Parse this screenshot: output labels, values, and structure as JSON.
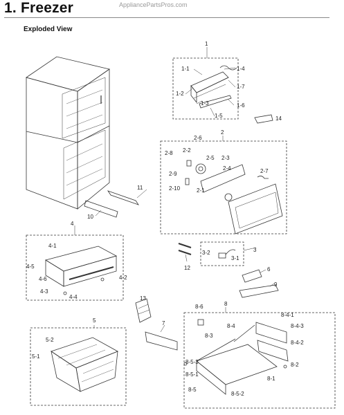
{
  "header": {
    "title": "1.  Freezer",
    "watermark": "AppliancePartsPros.com"
  },
  "subtitle": "Exploded View",
  "callouts": {
    "c1": "1",
    "c1_1": "1-1",
    "c1_2": "1-2",
    "c1_3": "1-3",
    "c1_4": "1-4",
    "c1_5": "1-5",
    "c1_6": "1-6",
    "c1_7": "1-7",
    "c14": "14",
    "c2": "2",
    "c2_1": "2-1",
    "c2_2": "2-2",
    "c2_3": "2-3",
    "c2_4": "2-4",
    "c2_5": "2-5",
    "c2_6": "2-6",
    "c2_7": "2-7",
    "c2_8": "2-8",
    "c2_9": "2-9",
    "c2_10": "2-10",
    "c11": "11",
    "c10": "10",
    "c4": "4",
    "c4_1": "4-1",
    "c4_2": "4-2",
    "c4_3": "4-3",
    "c4_4": "4-4",
    "c4_5": "4-5",
    "c4_6": "4-6",
    "c12": "12",
    "c3": "3",
    "c3_1": "3-1",
    "c3_2": "3-2",
    "c6": "6",
    "c9": "9",
    "c13": "13",
    "c7": "7",
    "c5": "5",
    "c5_1": "5-1",
    "c5_2": "5-2",
    "c8": "8",
    "c8_1": "8-1",
    "c8_2": "8-2",
    "c8_3": "8-3",
    "c8_4": "8-4",
    "c8_4_1": "8-4-1",
    "c8_4_2": "8-4-2",
    "c8_4_3": "8-4-3",
    "c8_5": "8-5",
    "c8_5_1": "8-5-1",
    "c8_5_2": "8-5-2",
    "c8_5_3": "8-5-3",
    "c8_6": "8-6"
  }
}
